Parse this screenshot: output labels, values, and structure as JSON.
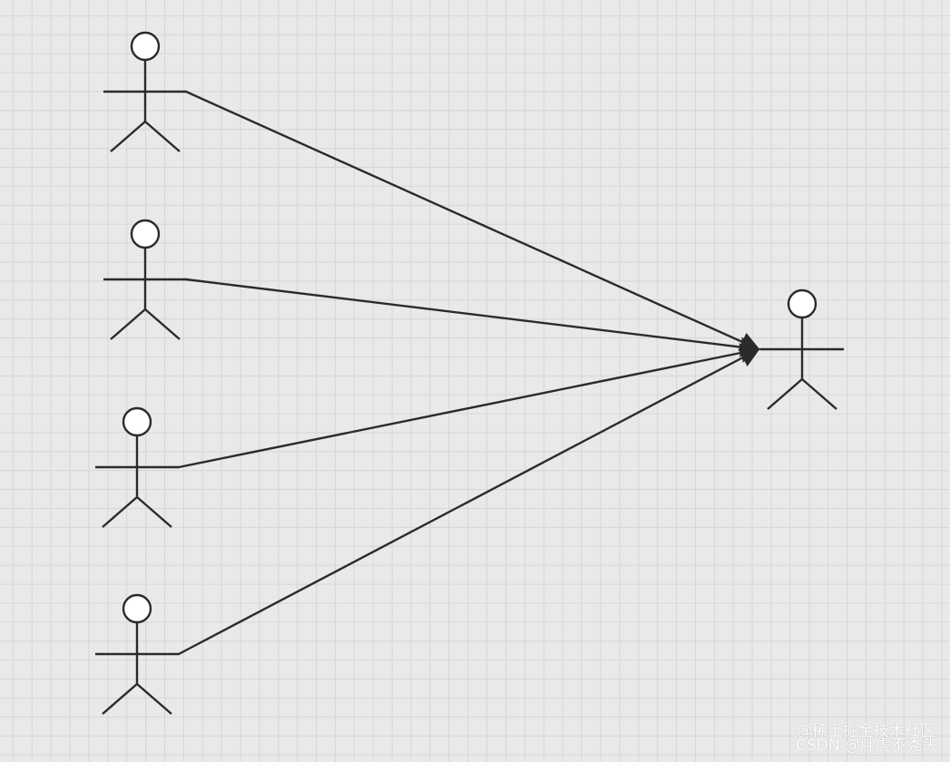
{
  "diagram": {
    "type": "actor-connections",
    "line_color": "#2b2b2b",
    "actor_fill": "#ffffff",
    "source_actor_count": 4,
    "target_actor_count": 1
  },
  "watermark": {
    "line1": "@稀土掘金技术社区",
    "line2": "CSDN @胖虎不秃头"
  }
}
